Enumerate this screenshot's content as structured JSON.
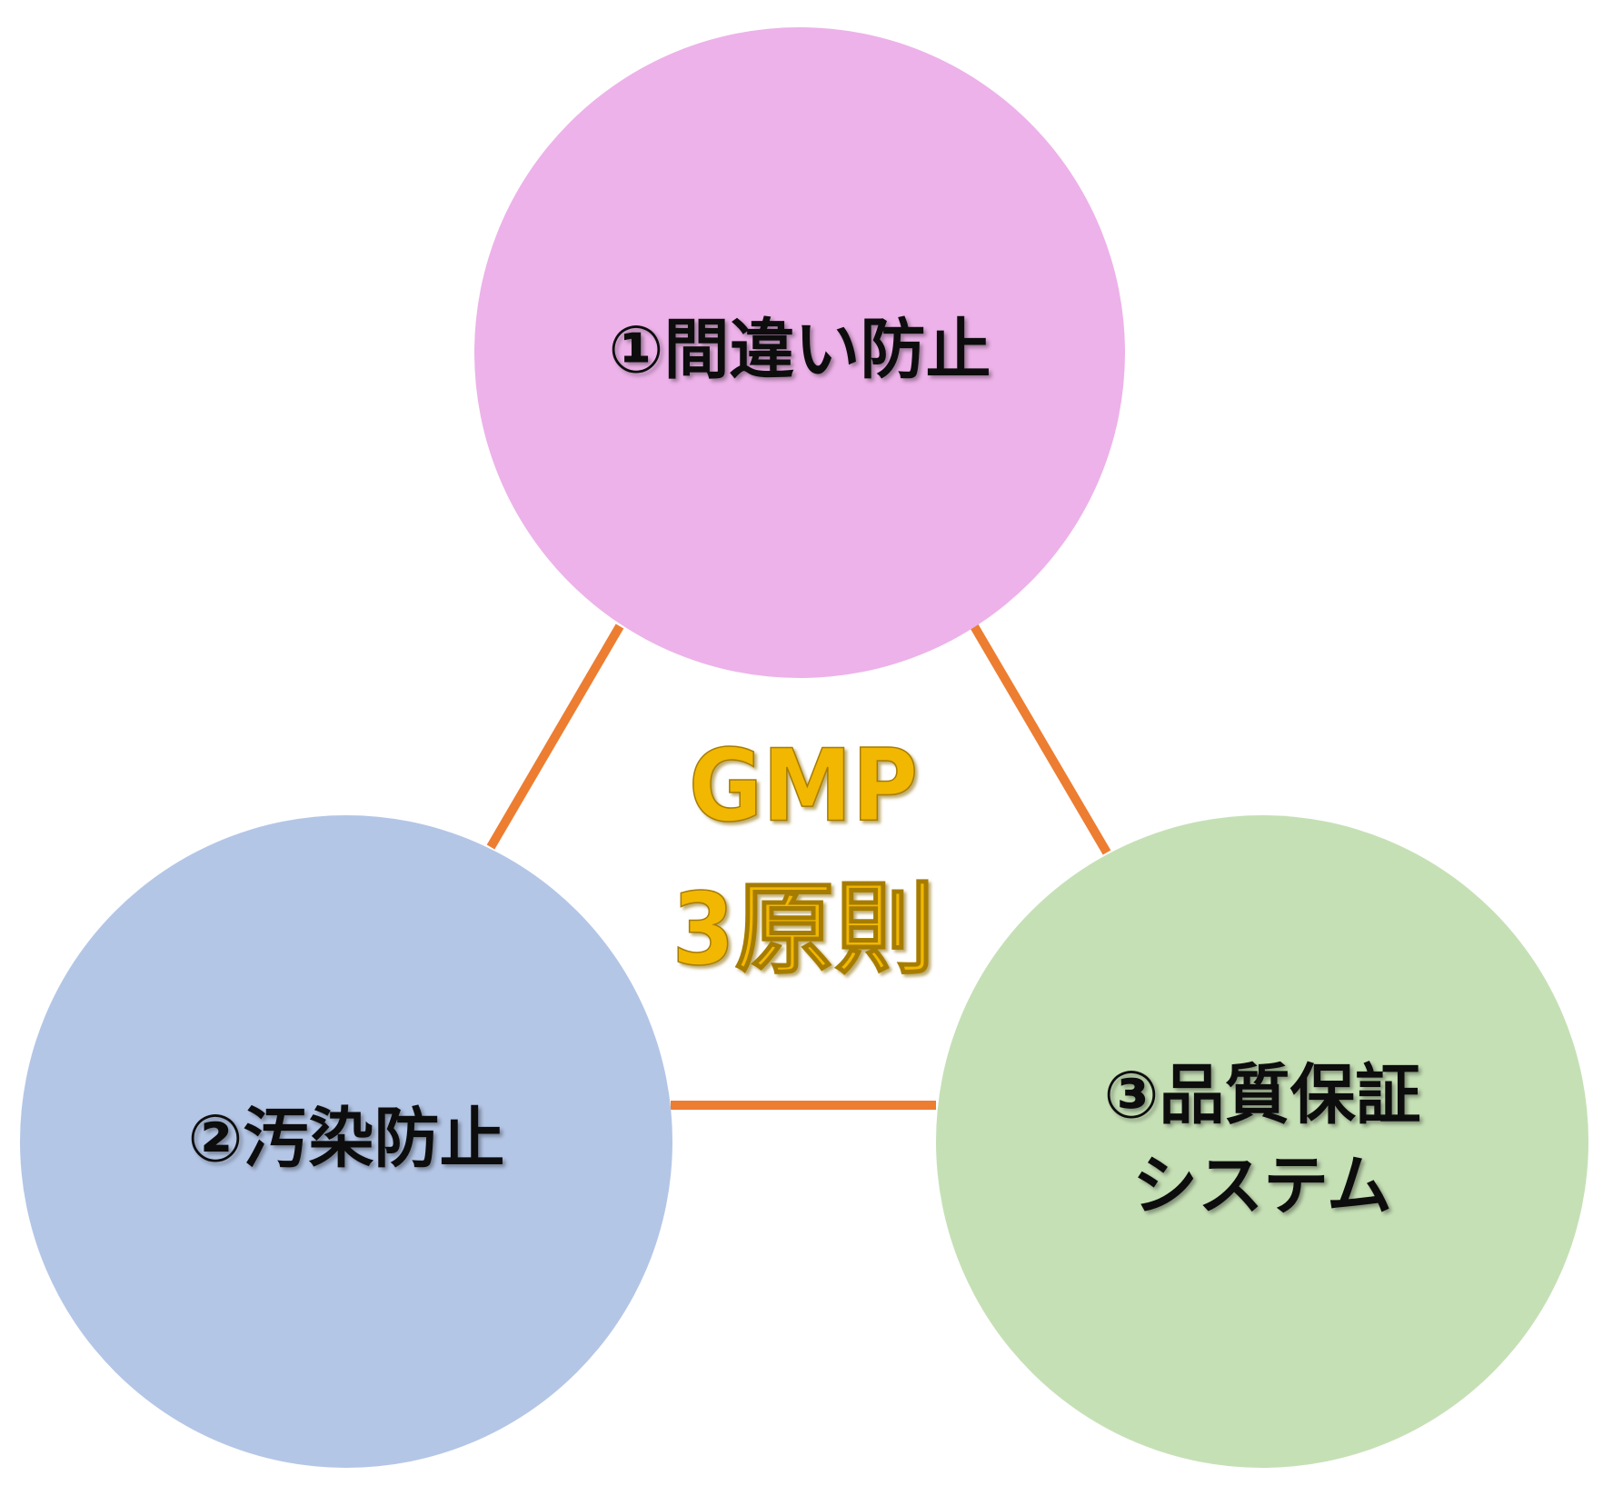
{
  "center": {
    "line1": "GMP",
    "line2": "3原則"
  },
  "nodes": [
    {
      "id": "top",
      "lines": [
        "①間違い防止"
      ],
      "color": "#EDB2E9"
    },
    {
      "id": "left",
      "lines": [
        "②汚染防止"
      ],
      "color": "#B4C6E6"
    },
    {
      "id": "right",
      "lines": [
        "③品質保証",
        "システム"
      ],
      "color": "#C6E0B6"
    }
  ],
  "colors": {
    "connector": "#ED7D31",
    "center_text": "#F2B705",
    "center_text_shadow": "#A67C00"
  }
}
